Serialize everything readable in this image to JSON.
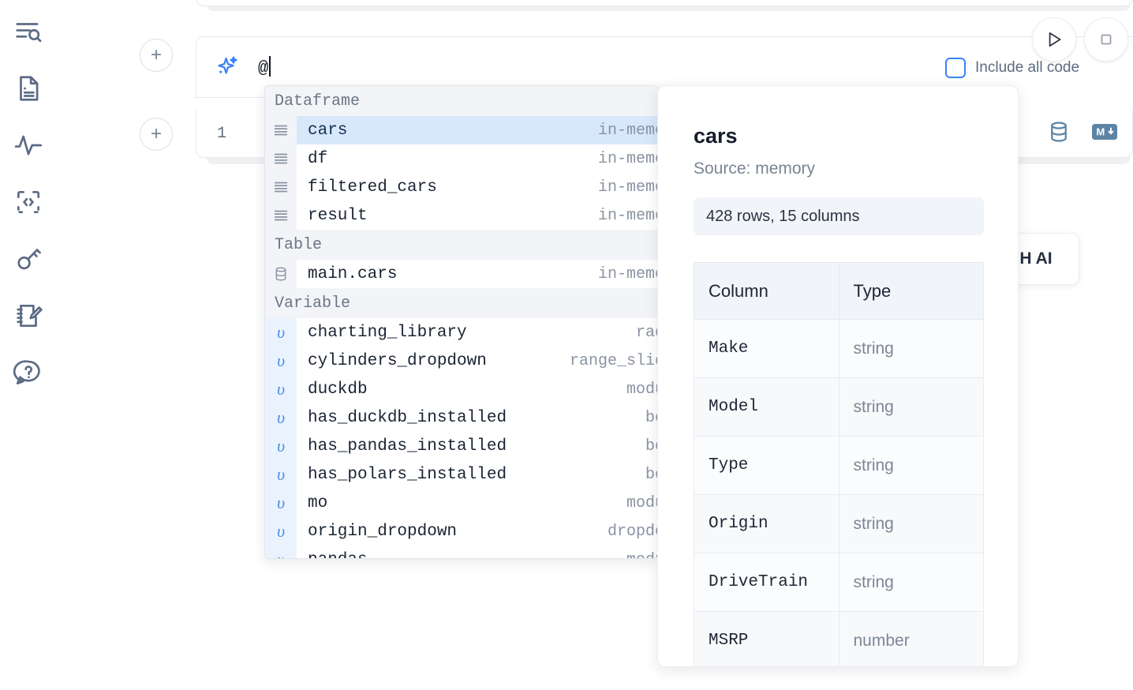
{
  "sidebar": {
    "items": [
      {
        "name": "explorer-search-icon",
        "label": "Explorer"
      },
      {
        "name": "file-document-icon",
        "label": "Documentation"
      },
      {
        "name": "activity-pulse-icon",
        "label": "Activity"
      },
      {
        "name": "code-snippet-icon",
        "label": "Snippets"
      },
      {
        "name": "key-secrets-icon",
        "label": "Secrets"
      },
      {
        "name": "notebook-edit-icon",
        "label": "Scratchpad"
      },
      {
        "name": "help-chat-icon",
        "label": "Help"
      }
    ]
  },
  "toolbar": {
    "run_label": "Run",
    "stop_label": "Stop",
    "include_all_code_label": "Include all code",
    "include_all_code_checked": false,
    "accent_color": "#3b82f6"
  },
  "prompt": {
    "value": "@",
    "icon": "ai-sparkle-icon"
  },
  "cell": {
    "line_number": "1",
    "icons": [
      {
        "name": "database-icon",
        "label": "SQL"
      },
      {
        "name": "markdown-icon",
        "label": "Markdown"
      }
    ]
  },
  "gutter": {
    "add_cell_label": "+"
  },
  "ai_chip": {
    "label": "H AI"
  },
  "autocomplete": {
    "groups": [
      {
        "title": "Dataframe",
        "icon": "dataframe-rows-icon",
        "kind": "dataframe",
        "items": [
          {
            "name": "cars",
            "type": "in-memory",
            "selected": true
          },
          {
            "name": "df",
            "type": "in-memory",
            "selected": false
          },
          {
            "name": "filtered_cars",
            "type": "in-memory",
            "selected": false
          },
          {
            "name": "result",
            "type": "in-memory",
            "selected": false
          }
        ]
      },
      {
        "title": "Table",
        "icon": "database-icon",
        "kind": "table",
        "items": [
          {
            "name": "main.cars",
            "type": "in-memory",
            "selected": false
          }
        ]
      },
      {
        "title": "Variable",
        "icon": "variable-upsilon-icon",
        "kind": "variable",
        "items": [
          {
            "name": "charting_library",
            "type": "radio",
            "selected": false
          },
          {
            "name": "cylinders_dropdown",
            "type": "range_slider",
            "selected": false
          },
          {
            "name": "duckdb",
            "type": "module",
            "selected": false
          },
          {
            "name": "has_duckdb_installed",
            "type": "bool",
            "selected": false
          },
          {
            "name": "has_pandas_installed",
            "type": "bool",
            "selected": false
          },
          {
            "name": "has_polars_installed",
            "type": "bool",
            "selected": false
          },
          {
            "name": "mo",
            "type": "module",
            "selected": false
          },
          {
            "name": "origin_dropdown",
            "type": "dropdown",
            "selected": false
          },
          {
            "name": "pandas",
            "type": "module",
            "selected": false
          }
        ]
      }
    ]
  },
  "detail": {
    "title": "cars",
    "source": "Source: memory",
    "shape": "428 rows, 15 columns",
    "columns_header": "Column",
    "type_header": "Type",
    "rows": [
      {
        "column": "Make",
        "type": "string"
      },
      {
        "column": "Model",
        "type": "string"
      },
      {
        "column": "Type",
        "type": "string"
      },
      {
        "column": "Origin",
        "type": "string"
      },
      {
        "column": "DriveTrain",
        "type": "string"
      },
      {
        "column": "MSRP",
        "type": "number"
      }
    ]
  }
}
